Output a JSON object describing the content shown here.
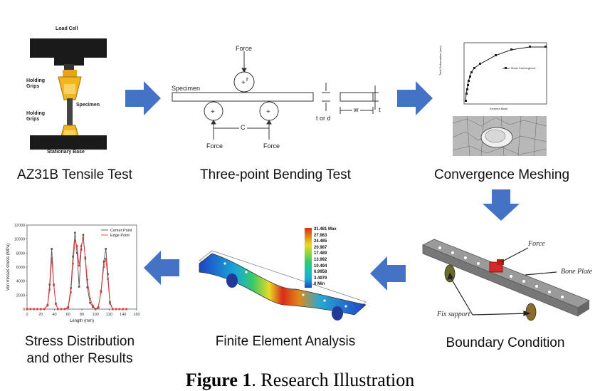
{
  "panels": {
    "tensile": {
      "label": "AZ31B Tensile Test",
      "load_cell": "Load Cell",
      "holding_grips_top": "Holding",
      "holding_grips_top2": "Grips",
      "holding_grips_bottom": "Holding",
      "holding_grips_bottom2": "Grips",
      "specimen": "Specimen",
      "stationary_base": "Stationary Base"
    },
    "bending": {
      "label": "Three-point Bending Test",
      "force_top": "Force",
      "r": "r",
      "specimen": "Specimen",
      "c": "C",
      "force_left": "Force",
      "force_right": "Force",
      "t_or_d": "t or d",
      "w": "w",
      "t": "t"
    },
    "convergence": {
      "label": "Convergence Meshing",
      "legend": "Mesh Convergence",
      "xlabel": "Element Mesh",
      "ylabel": "Total Deformation (mm)"
    },
    "boundary": {
      "label": "Boundary Condition",
      "force": "Force",
      "bone_plate": "Bone Plate",
      "fix_support": "Fix support"
    },
    "fea": {
      "label": "Finite Element Analysis",
      "scale": [
        "31.481 Max",
        "27.983",
        "24.485",
        "20.987",
        "17.489",
        "13.992",
        "10.494",
        "6.9958",
        "3.4979",
        "0 Min"
      ]
    },
    "stress": {
      "label_line1": "Stress Distribution",
      "label_line2": "and other Results"
    }
  },
  "caption": {
    "bold": "Figure 1",
    "rest": ". Research Illustration"
  },
  "colors": {
    "arrow_blue": "#4472c4",
    "series_center": "#555555",
    "series_edge": "#e8383d"
  },
  "chart_data": {
    "type": "line",
    "xlabel": "Length (mm)",
    "ylabel": "Von misses stress (MPa)",
    "xlim": [
      0,
      160
    ],
    "ylim": [
      0,
      12000
    ],
    "xticks": [
      0,
      20,
      40,
      60,
      80,
      100,
      120,
      140,
      160
    ],
    "yticks": [
      0,
      2000,
      4000,
      6000,
      8000,
      10000,
      12000
    ],
    "legend_position": "top-right",
    "series": [
      {
        "name": "Center Point",
        "x": [
          0,
          5,
          10,
          15,
          20,
          25,
          30,
          33,
          36,
          39,
          42,
          45,
          50,
          55,
          60,
          64,
          67,
          70,
          73,
          76,
          79,
          82,
          85,
          88,
          92,
          96,
          100,
          104,
          108,
          112,
          115,
          118,
          121,
          125,
          130,
          135,
          140,
          145
        ],
        "y": [
          0,
          0,
          0,
          0,
          0,
          0,
          600,
          3500,
          8600,
          3500,
          800,
          0,
          0,
          0,
          300,
          3000,
          7500,
          10900,
          8000,
          3200,
          8500,
          10600,
          7200,
          3100,
          900,
          300,
          0,
          200,
          2600,
          6800,
          8600,
          5000,
          1000,
          0,
          0,
          0,
          0,
          0
        ]
      },
      {
        "name": "Edge Point",
        "x": [
          0,
          5,
          10,
          15,
          20,
          25,
          30,
          33,
          36,
          39,
          42,
          45,
          50,
          55,
          60,
          64,
          67,
          70,
          73,
          76,
          79,
          82,
          85,
          88,
          92,
          96,
          100,
          104,
          108,
          112,
          115,
          118,
          121,
          125,
          130,
          135,
          140,
          145
        ],
        "y": [
          0,
          0,
          0,
          0,
          0,
          0,
          500,
          2800,
          7300,
          3400,
          700,
          0,
          0,
          0,
          200,
          2400,
          6500,
          9800,
          9000,
          6200,
          9000,
          10200,
          7400,
          4200,
          1500,
          500,
          0,
          300,
          2400,
          6000,
          7200,
          4300,
          800,
          0,
          0,
          0,
          0,
          0
        ]
      }
    ]
  }
}
